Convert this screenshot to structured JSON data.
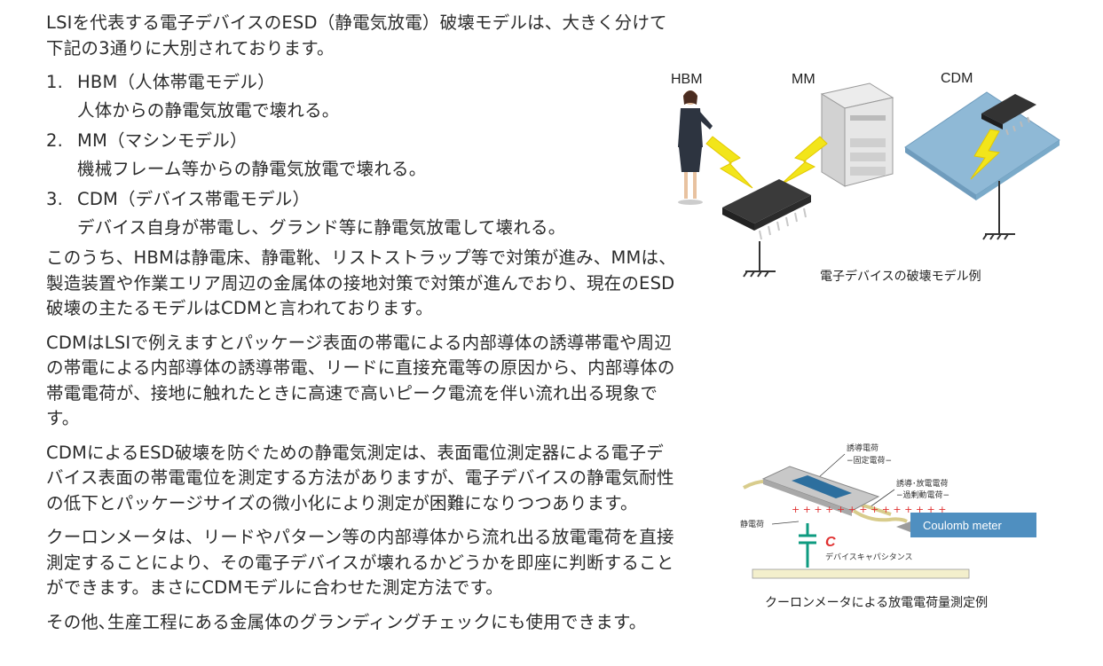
{
  "intro": "LSIを代表する電子デバイスのESD（静電気放電）破壊モデルは、大きく分けて下記の3通りに大別されております。",
  "models": [
    {
      "num": "1.",
      "title": "HBM（人体帯電モデル）",
      "desc": "人体からの静電気放電で壊れる。"
    },
    {
      "num": "2.",
      "title": "MM（マシンモデル）",
      "desc": "機械フレーム等からの静電気放電で壊れる。"
    },
    {
      "num": "3.",
      "title": "CDM（デバイス帯電モデル）",
      "desc": "デバイス自身が帯電し、グランド等に静電気放電して壊れる。"
    }
  ],
  "paragraphs": [
    "このうち、HBMは静電床、静電靴、リストストラップ等で対策が進み、MMは、製造装置や作業エリア周辺の金属体の接地対策で対策が進んでおり、現在のESD破壊の主たるモデルはCDMと言われております。",
    "CDMはLSIで例えますとパッケージ表面の帯電による内部導体の誘導帯電や周辺の帯電による内部導体の誘導帯電、リードに直接充電等の原因から、内部導体の帯電電荷が、接地に触れたときに高速で高いピーク電流を伴い流れ出る現象です。",
    "CDMによるESD破壊を防ぐための静電気測定は、表面電位測定器による電子デバイス表面の帯電電位を測定する方法がありますが、電子デバイスの静電気耐性の低下とパッケージサイズの微小化により測定が困難になりつつあります。",
    "クーロンメータは、リードやパターン等の内部導体から流れ出る放電電荷を直接測定することにより、その電子デバイスが壊れるかどうかを即座に判断することができます。まさにCDMモデルに合わせた測定方法です。",
    "その他､生産工程にある金属体のグランディングチェックにも使用できます。"
  ],
  "figure1": {
    "labels": {
      "hbm": "HBM",
      "mm": "MM",
      "cdm": "CDM"
    },
    "caption": "電子デバイスの破壊モデル例"
  },
  "figure2": {
    "labels": {
      "induced": "誘導電荷",
      "fixed": "−固定電荷−",
      "induced_discharge": "誘導･放電電荷",
      "excess": "−過剰動電荷−",
      "static": "静電荷",
      "c": "C",
      "capacitance": "デバイスキャパシタンス",
      "meter": "Coulomb meter"
    },
    "caption": "クーロンメータによる放電電荷量測定例"
  },
  "colors": {
    "text": "#2b2b2b",
    "bolt": "#f2e51a",
    "plate": "#8fb9d6",
    "chip": "#3a3a3a",
    "meter": "#4f8fc0",
    "capacitor": "#0e9b80"
  }
}
